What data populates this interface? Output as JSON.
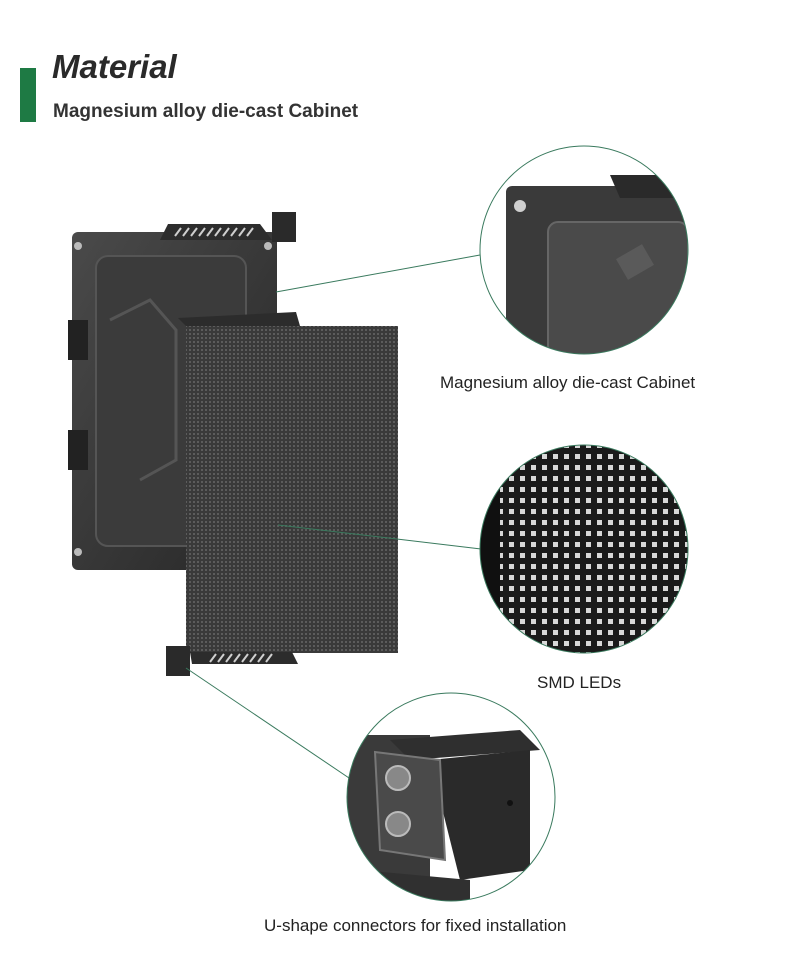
{
  "header": {
    "title": "Material",
    "subtitle": "Magnesium alloy die-cast Cabinet"
  },
  "callouts": [
    {
      "label": "Magnesium alloy die-cast Cabinet"
    },
    {
      "label": "SMD LEDs"
    },
    {
      "label": "U-shape connectors for fixed installation"
    }
  ],
  "colors": {
    "accent": "#1e7a44",
    "leader_line": "#3a7a5e"
  }
}
